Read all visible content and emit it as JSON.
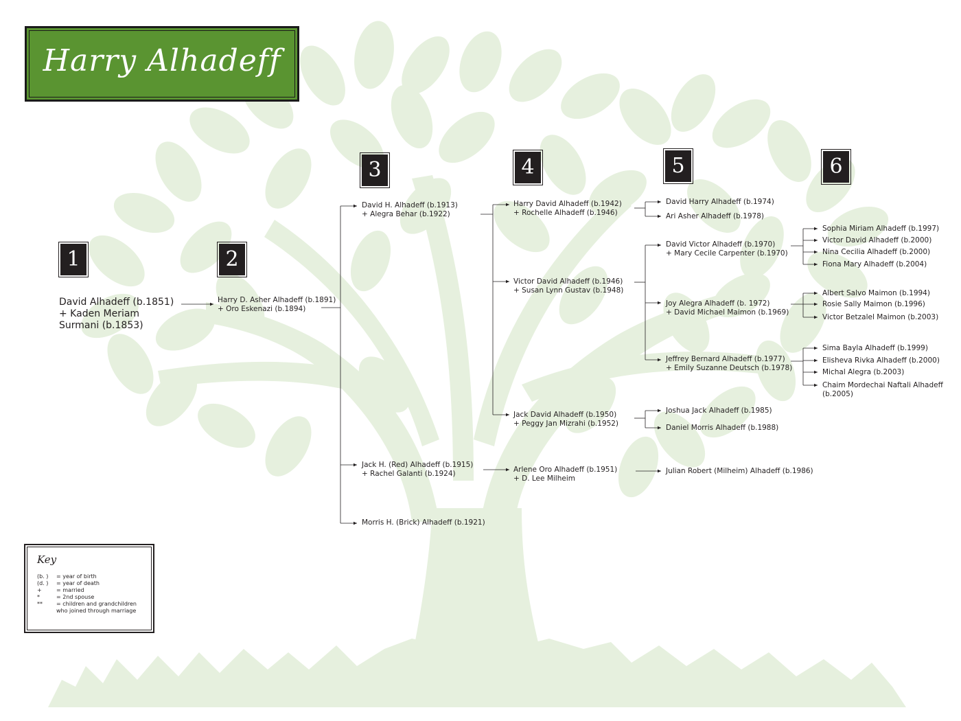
{
  "title": "Harry Alhadeff",
  "generations": [
    "1",
    "2",
    "3",
    "4",
    "5",
    "6"
  ],
  "root": {
    "lines": [
      "David Alhadeff (b.1851)",
      "+ Kaden Meriam",
      "Surmani (b.1853)"
    ]
  },
  "gen2": [
    {
      "id": "g2a",
      "lines": [
        "Harry D. Asher Alhadeff (b.1891)",
        "+ Oro Eskenazi (b.1894)"
      ]
    }
  ],
  "gen3": [
    {
      "id": "g3a",
      "lines": [
        "David H. Alhadeff (b.1913)",
        "+ Alegra Behar (b.1922)"
      ]
    },
    {
      "id": "g3b",
      "lines": [
        "Jack H. (Red) Alhadeff (b.1915)",
        "+ Rachel Galanti (b.1924)"
      ]
    },
    {
      "id": "g3c",
      "lines": [
        "Morris H. (Brick) Alhadeff (b.1921)"
      ]
    }
  ],
  "gen4": [
    {
      "id": "g4a",
      "lines": [
        "Harry David Alhadeff (b.1942)",
        "+ Rochelle Alhadeff (b.1946)"
      ]
    },
    {
      "id": "g4b",
      "lines": [
        "Victor David Alhadeff (b.1946)",
        "+ Susan Lynn Gustav (b.1948)"
      ]
    },
    {
      "id": "g4c",
      "lines": [
        "Jack David Alhadeff (b.1950)",
        "+ Peggy Jan Mizrahi (b.1952)"
      ]
    },
    {
      "id": "g4d",
      "lines": [
        "Arlene Oro Alhadeff (b.1951)",
        "+ D. Lee Milheim"
      ]
    }
  ],
  "gen5": [
    {
      "id": "g5a",
      "lines": [
        "David Harry Alhadeff (b.1974)"
      ]
    },
    {
      "id": "g5b",
      "lines": [
        "Ari Asher Alhadeff (b.1978)"
      ]
    },
    {
      "id": "g5c",
      "lines": [
        "David Victor Alhadeff (b.1970)",
        "+ Mary Cecile Carpenter (b.1970)"
      ]
    },
    {
      "id": "g5d",
      "lines": [
        "Joy Alegra Alhadeff (b. 1972)",
        "+ David Michael Maimon (b.1969)"
      ]
    },
    {
      "id": "g5e",
      "lines": [
        "Jeffrey Bernard Alhadeff (b.1977)",
        "+ Emily Suzanne Deutsch (b.1978)"
      ]
    },
    {
      "id": "g5f",
      "lines": [
        "Joshua Jack Alhadeff (b.1985)"
      ]
    },
    {
      "id": "g5g",
      "lines": [
        "Daniel Morris Alhadeff (b.1988)"
      ]
    },
    {
      "id": "g5h",
      "lines": [
        "Julian Robert (Milheim) Alhadeff (b.1986)"
      ]
    }
  ],
  "gen6": [
    {
      "id": "g6a",
      "lines": [
        "Sophia Miriam Alhadeff (b.1997)"
      ]
    },
    {
      "id": "g6b",
      "lines": [
        "Victor David Alhadeff (b.2000)"
      ]
    },
    {
      "id": "g6c",
      "lines": [
        "Nina Cecilia Alhadeff (b.2000)"
      ]
    },
    {
      "id": "g6d",
      "lines": [
        "Fiona Mary Alhadeff (b.2004)"
      ]
    },
    {
      "id": "g6e",
      "lines": [
        "Albert Salvo Maimon (b.1994)"
      ]
    },
    {
      "id": "g6f",
      "lines": [
        "Rosie Sally Maimon (b.1996)"
      ]
    },
    {
      "id": "g6g",
      "lines": [
        "Victor Betzalel Maimon (b.2003)"
      ]
    },
    {
      "id": "g6h",
      "lines": [
        "Sima Bayla Alhadeff (b.1999)"
      ]
    },
    {
      "id": "g6i",
      "lines": [
        "Elisheva Rivka Alhadeff (b.2000)"
      ]
    },
    {
      "id": "g6j",
      "lines": [
        "Michal Alegra (b.2003)"
      ]
    },
    {
      "id": "g6k",
      "lines": [
        "Chaim Mordechai Naftali Alhadeff",
        "(b.2005)"
      ]
    }
  ],
  "key": {
    "title": "Key",
    "rows": [
      {
        "sym": "(b.    )",
        "desc": "= year of birth"
      },
      {
        "sym": "(d.    )",
        "desc": "= year of death"
      },
      {
        "sym": "+",
        "desc": "= married"
      },
      {
        "sym": "*",
        "desc": "= 2nd spouse"
      },
      {
        "sym": "**",
        "desc": "= children and grandchildren"
      },
      {
        "sym": "",
        "desc": "who joined through marriage"
      }
    ]
  },
  "colors": {
    "title_bg": "#5a9431",
    "tree": "#e4efdc",
    "ink": "#231f20"
  }
}
